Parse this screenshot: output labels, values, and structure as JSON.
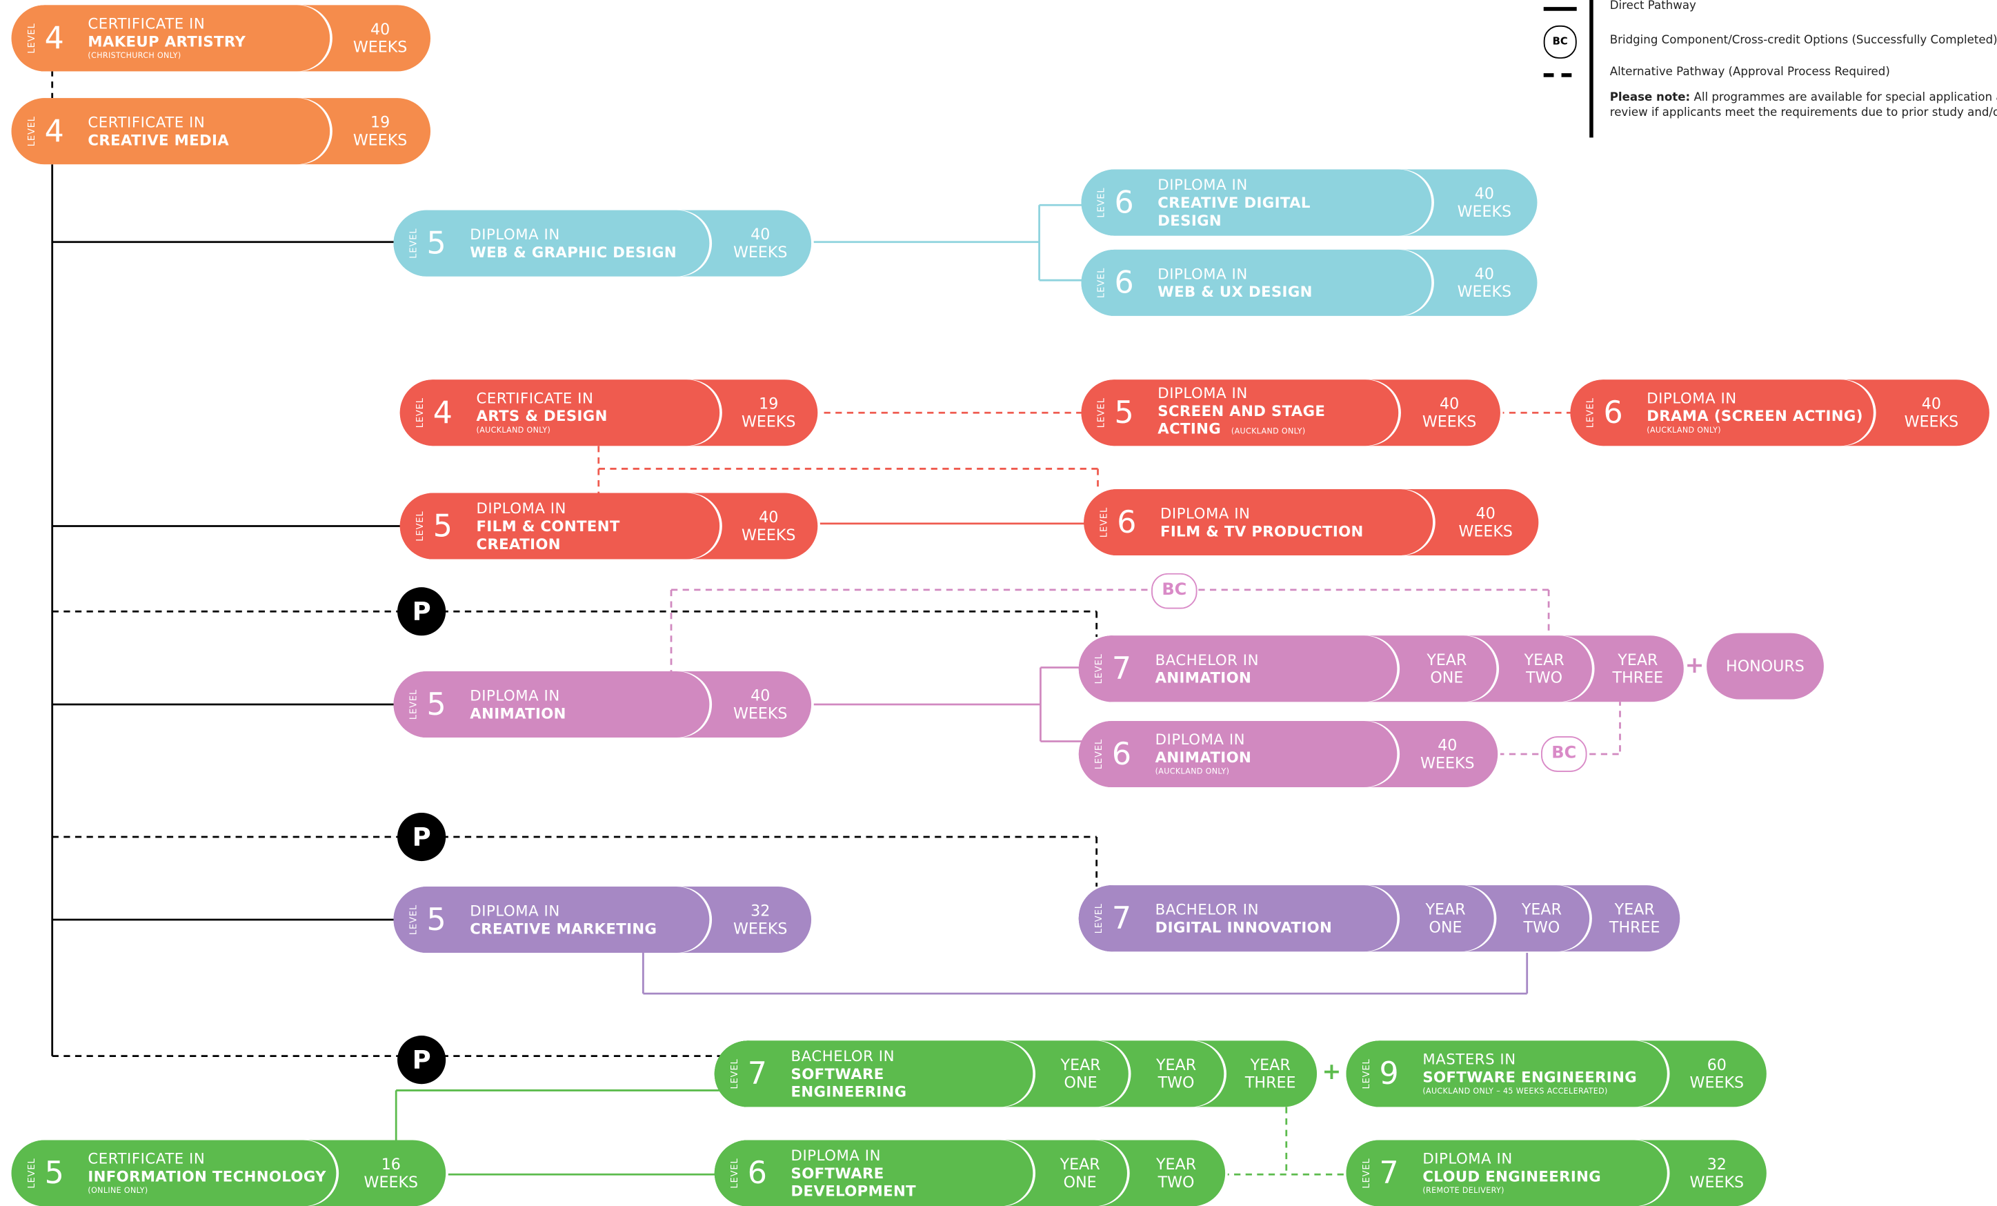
{
  "legend": {
    "direct": "Direct Pathway",
    "bridging": "Bridging Component/Cross-credit Options (Successfully Completed)",
    "alternative": "Alternative Pathway (Approval Process Required)",
    "bc_icon": "BC",
    "note_bold": "Please note:",
    "note_line1": "All programmes are available for special application and po",
    "note_line2": "review if applicants meet the requirements due to prior study and/or expe"
  },
  "colors": {
    "orange": "#f58c4c",
    "blue": "#8ed3de",
    "red": "#ef5b4f",
    "pink": "#d189c0",
    "purple": "#a688c4",
    "green": "#5cbb4d"
  },
  "level_label": "LEVEL",
  "programmes": {
    "makeup": {
      "level": "4",
      "line1": "CERTIFICATE IN",
      "line2": "MAKEUP ARTISTRY",
      "note": "(CHRISTCHURCH ONLY)",
      "seg": [
        "40",
        "WEEKS"
      ]
    },
    "creative_media": {
      "level": "4",
      "line1": "CERTIFICATE IN",
      "line2": "CREATIVE MEDIA",
      "seg": [
        "19",
        "WEEKS"
      ]
    },
    "web_graphic": {
      "level": "5",
      "line1": "DIPLOMA IN",
      "line2": "WEB & GRAPHIC DESIGN",
      "seg": [
        "40",
        "WEEKS"
      ]
    },
    "creative_digital": {
      "level": "6",
      "line1": "DIPLOMA IN",
      "line2": "CREATIVE DIGITAL",
      "line3": "DESIGN",
      "seg": [
        "40",
        "WEEKS"
      ]
    },
    "web_ux": {
      "level": "6",
      "line1": "DIPLOMA IN",
      "line2": "WEB & UX DESIGN",
      "seg": [
        "40",
        "WEEKS"
      ]
    },
    "arts_design": {
      "level": "4",
      "line1": "CERTIFICATE IN",
      "line2": "ARTS & DESIGN",
      "note": "(AUCKLAND ONLY)",
      "seg": [
        "19",
        "WEEKS"
      ]
    },
    "screen_stage": {
      "level": "5",
      "line1": "DIPLOMA IN",
      "line2": "SCREEN AND STAGE",
      "line3": "ACTING",
      "inline_note": "(AUCKLAND ONLY)",
      "seg": [
        "40",
        "WEEKS"
      ]
    },
    "drama": {
      "level": "6",
      "line1": "DIPLOMA IN",
      "line2": "DRAMA (SCREEN ACTING)",
      "note": "(AUCKLAND ONLY)",
      "seg": [
        "40",
        "WEEKS"
      ]
    },
    "film_content": {
      "level": "5",
      "line1": "DIPLOMA IN",
      "line2": "FILM & CONTENT",
      "line3": "CREATION",
      "seg": [
        "40",
        "WEEKS"
      ]
    },
    "film_tv": {
      "level": "6",
      "line1": "DIPLOMA IN",
      "line2": "FILM & TV PRODUCTION",
      "seg": [
        "40",
        "WEEKS"
      ]
    },
    "bach_animation": {
      "level": "7",
      "line1": "BACHELOR IN",
      "line2": "ANIMATION",
      "years": [
        [
          "YEAR",
          "ONE"
        ],
        [
          "YEAR",
          "TWO"
        ],
        [
          "YEAR",
          "THREE"
        ]
      ]
    },
    "honours": "HONOURS",
    "dip_animation5": {
      "level": "5",
      "line1": "DIPLOMA IN",
      "line2": "ANIMATION",
      "seg": [
        "40",
        "WEEKS"
      ]
    },
    "dip_animation6": {
      "level": "6",
      "line1": "DIPLOMA IN",
      "line2": "ANIMATION",
      "note": "(AUCKLAND ONLY)",
      "seg": [
        "40",
        "WEEKS"
      ]
    },
    "creative_marketing": {
      "level": "5",
      "line1": "DIPLOMA IN",
      "line2": "CREATIVE MARKETING",
      "seg": [
        "32",
        "WEEKS"
      ]
    },
    "digital_innovation": {
      "level": "7",
      "line1": "BACHELOR IN",
      "line2": "DIGITAL INNOVATION",
      "years": [
        [
          "YEAR",
          "ONE"
        ],
        [
          "YEAR",
          "TWO"
        ],
        [
          "YEAR",
          "THREE"
        ]
      ]
    },
    "bach_software": {
      "level": "7",
      "line1": "BACHELOR IN",
      "line2": "SOFTWARE",
      "line3": "ENGINEERING",
      "years": [
        [
          "YEAR",
          "ONE"
        ],
        [
          "YEAR",
          "TWO"
        ],
        [
          "YEAR",
          "THREE"
        ]
      ]
    },
    "masters_software": {
      "level": "9",
      "line1": "MASTERS IN",
      "line2": "SOFTWARE ENGINEERING",
      "note": "(AUCKLAND ONLY – 45 WEEKS ACCELERATED)",
      "seg": [
        "60",
        "WEEKS"
      ]
    },
    "cert_it": {
      "level": "5",
      "line1": "CERTIFICATE IN",
      "line2": "INFORMATION TECHNOLOGY",
      "note": "(ONLINE ONLY)",
      "seg": [
        "16",
        "WEEKS"
      ]
    },
    "dip_software": {
      "level": "6",
      "line1": "DIPLOMA IN",
      "line2": "SOFTWARE",
      "line3": "DEVELOPMENT",
      "years": [
        [
          "YEAR",
          "ONE"
        ],
        [
          "YEAR",
          "TWO"
        ]
      ]
    },
    "cloud": {
      "level": "7",
      "line1": "DIPLOMA IN",
      "line2": "CLOUD ENGINEERING",
      "note": "(REMOTE DELIVERY)",
      "seg": [
        "32",
        "WEEKS"
      ]
    }
  },
  "badges": {
    "p": "P",
    "bc": "BC",
    "plus": "+"
  }
}
